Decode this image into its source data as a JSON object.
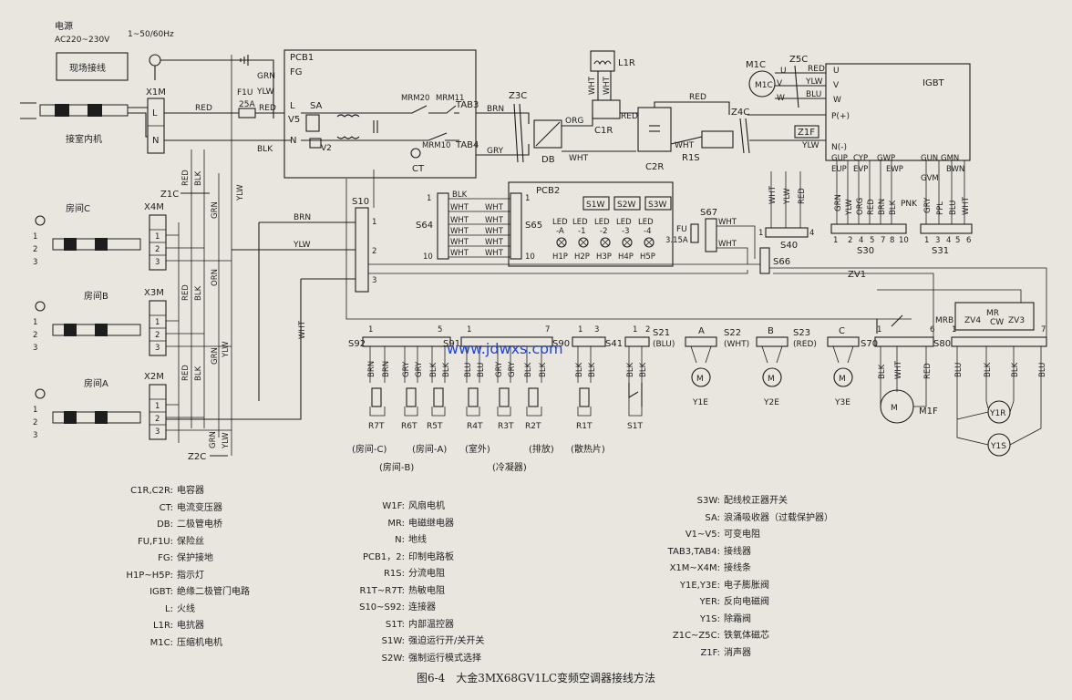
{
  "power": {
    "title": "电源",
    "voltage": "AC220~230V",
    "freq": "1~50/60Hz",
    "field": "现场接线",
    "to_indoor": "接室内机"
  },
  "labels": {
    "pcb1": "PCB1",
    "pcb2": "PCB2",
    "fg": "FG",
    "grn": "GRN",
    "ylw": "YLW",
    "red": "RED",
    "blk": "BLK",
    "brn": "BRN",
    "wht": "WHT",
    "gry": "GRY",
    "orn": "ORN",
    "blu": "BLU",
    "org": "ORG",
    "pnk": "PNK",
    "ppl": "PPL",
    "f1u": "F1U",
    "f1u_rating": "25A",
    "l": "L",
    "n": "N",
    "v5": "V5",
    "sa": "SA",
    "v2": "V2",
    "ct": "CT",
    "mr20": "MRM20",
    "mr11": "MRM11",
    "mr10": "MRM10",
    "tab3": "TAB3",
    "tab4": "TAB4",
    "z3c": "Z3C",
    "db": "DB",
    "l1r": "L1R",
    "c1r": "C1R",
    "c2r": "C2R",
    "r1s": "R1S",
    "z4c": "Z4C",
    "z1f": "Z1F",
    "m1c": "M1C",
    "z5c": "Z5C",
    "igbt": "IGBT",
    "u": "U",
    "v": "V",
    "w": "W",
    "p": "P(+)",
    "nm": "N(-)",
    "gup": "GUP",
    "cyp": "CYP",
    "gwp": "GWP",
    "eup": "EUP",
    "evp": "EVP",
    "ewp": "EWP",
    "gun": "GUN",
    "gmn": "GMN",
    "gvm": "GVM",
    "bwn": "BWN",
    "s30": "S30",
    "s31": "S31",
    "s40": "S40",
    "s66": "S66",
    "s67": "S67",
    "fu": "FU",
    "fu_rating": "3.15A",
    "s10": "S10",
    "s64": "S64",
    "s65": "S65",
    "s92": "S92",
    "s91": "S91",
    "s90": "S90",
    "s41": "S41",
    "s21": "S21",
    "s22": "S22",
    "s23": "S23",
    "s70": "S70",
    "s80": "S80",
    "s21c": "(BLU)",
    "s22c": "(WHT)",
    "s23c": "(RED)",
    "x1m": "X1M",
    "x2m": "X2M",
    "x3m": "X3M",
    "x4m": "X4M",
    "z1c": "Z1C",
    "z2c": "Z2C",
    "room_c": "房间C",
    "room_b": "房间B",
    "room_a": "房间A",
    "s1w": "S1W",
    "s2w": "S2W",
    "s3w": "S3W",
    "led": "LED",
    "led_a": "-A",
    "led_1": "-1",
    "led_2": "-2",
    "led_3": "-3",
    "led_4": "-4",
    "h1p": "H1P",
    "h2p": "H2P",
    "h3p": "H3P",
    "h4p": "H4P",
    "h5p": "H5P",
    "r7t": "R7T",
    "r6t": "R6T",
    "r5t": "R5T",
    "r4t": "R4T",
    "r3t": "R3T",
    "r2t": "R2T",
    "r1t": "R1T",
    "s1t": "S1T",
    "y1e": "Y1E",
    "y2e": "Y2E",
    "y3e": "Y3E",
    "m1f": "M1F",
    "y1r": "Y1R",
    "y1s": "Y1S",
    "a": "A",
    "b": "B",
    "c": "C",
    "zv1": "ZV1",
    "zv3": "ZV3",
    "zv4": "ZV4",
    "mr": "MR",
    "cw": "CW",
    "mrb": "MRB",
    "grp_rc": "(房间-C)",
    "grp_ra": "(房间-A)",
    "grp_out": "(室外)",
    "grp_dis": "(排放)",
    "grp_fin": "(散热片)",
    "grp_rb": "(房间-B)",
    "grp_cond": "(冷凝器)"
  },
  "watermark": "www.jdwxs.com",
  "legend_left": [
    {
      "k": "C1R,C2R:",
      "v": "电容器"
    },
    {
      "k": "CT:",
      "v": "电流变压器"
    },
    {
      "k": "DB:",
      "v": "二极管电桥"
    },
    {
      "k": "FU,F1U:",
      "v": "保险丝"
    },
    {
      "k": "FG:",
      "v": "保护接地"
    },
    {
      "k": "H1P~H5P:",
      "v": "指示灯"
    },
    {
      "k": "IGBT:",
      "v": "绝缘二极管门电路"
    },
    {
      "k": "L:",
      "v": "火线"
    },
    {
      "k": "L1R:",
      "v": "电抗器"
    },
    {
      "k": "M1C:",
      "v": "压缩机电机"
    }
  ],
  "legend_mid": [
    {
      "k": "W1F:",
      "v": "风扇电机"
    },
    {
      "k": "MR:",
      "v": "电磁继电器"
    },
    {
      "k": "N:",
      "v": "地线"
    },
    {
      "k": "PCB1，2:",
      "v": "印制电路板"
    },
    {
      "k": "R1S:",
      "v": "分流电阻"
    },
    {
      "k": "R1T~R7T:",
      "v": "热敏电阻"
    },
    {
      "k": "S10~S92:",
      "v": "连接器"
    },
    {
      "k": "S1T:",
      "v": "内部温控器"
    },
    {
      "k": "S1W:",
      "v": "强迫运行开/关开关"
    },
    {
      "k": "S2W:",
      "v": "强制运行模式选择"
    }
  ],
  "legend_right": [
    {
      "k": "S3W:",
      "v": "配线校正器开关"
    },
    {
      "k": "SA:",
      "v": "浪涌吸收器（过载保护器）"
    },
    {
      "k": "V1~V5:",
      "v": "可变电阻"
    },
    {
      "k": "TAB3,TAB4:",
      "v": "接线器"
    },
    {
      "k": "X1M~X4M:",
      "v": "接线条"
    },
    {
      "k": "Y1E,Y3E:",
      "v": "电子膨胀阀"
    },
    {
      "k": "YER:",
      "v": "反向电磁阀"
    },
    {
      "k": "Y1S:",
      "v": "除霜阀"
    },
    {
      "k": "Z1C~Z5C:",
      "v": "铁氧体磁芯"
    },
    {
      "k": "Z1F:",
      "v": "消声器"
    }
  ],
  "caption": "图6-4　大金3MX68GV1LC变频空调器接线方法"
}
